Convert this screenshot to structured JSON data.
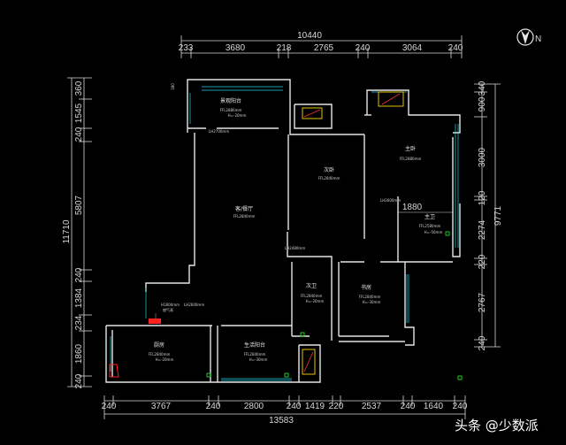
{
  "north_label": "N",
  "top_total": "10440",
  "top_dims": [
    "233",
    "3680",
    "218",
    "2765",
    "240",
    "3064",
    "240"
  ],
  "left_total": "11710",
  "left_dims": [
    "360",
    "1545",
    "240",
    "5807",
    "240",
    "1384",
    "234",
    "1860",
    "240"
  ],
  "right_total": "9771",
  "right_dims": [
    "340",
    "900",
    "3000",
    "120",
    "2274",
    "220",
    "2767",
    "240"
  ],
  "bottom_total": "13583",
  "bottom_dims": [
    "240",
    "3767",
    "240",
    "2800",
    "240",
    "1419",
    "220",
    "2537",
    "240",
    "1640",
    "240"
  ],
  "inner_dims": [
    "1880",
    "380"
  ],
  "rooms": [
    {
      "id": "balcony",
      "label": "景观阳台",
      "sub": "FFL2880mm",
      "note": "H=-20mm"
    },
    {
      "id": "living",
      "label": "客/餐厅",
      "sub": "FFL2840mm",
      "note": ""
    },
    {
      "id": "bedroom2",
      "label": "次卧",
      "sub": "FFL2840mm",
      "note": ""
    },
    {
      "id": "master",
      "label": "主卧",
      "sub": "FFL2880mm",
      "note": ""
    },
    {
      "id": "ensuite",
      "label": "主卫",
      "sub": "FFL2580mm",
      "note": "H=-50mm"
    },
    {
      "id": "bath2",
      "label": "次卫",
      "sub": "FFL2840mm",
      "note": "H=-20mm"
    },
    {
      "id": "kitchen",
      "label": "厨房",
      "sub": "FFL2840mm",
      "note": "H=-20mm"
    },
    {
      "id": "study",
      "label": "书房",
      "sub": "FFL2840mm",
      "note": "H=-30mm"
    },
    {
      "id": "utility",
      "label": "生活阳台",
      "sub": "FFL2840mm",
      "note": "H=-30mm"
    }
  ],
  "annotations": [
    "LH2700mm",
    "LH2600mm",
    "LH2480mm",
    "H1800mm",
    "LH2600mm"
  ],
  "red_tag": "燃气表",
  "watermark": "头条 @少数派",
  "colors": {
    "wall": "#e6e6e6",
    "dim": "#d8d8d8",
    "cyan": "#29d0e0",
    "yellow": "#ffd400",
    "red": "#ff2020",
    "green": "#22dd22",
    "bg": "#000000"
  }
}
